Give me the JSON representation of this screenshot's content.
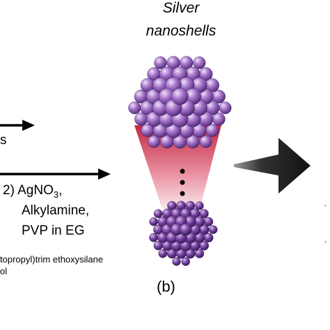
{
  "title": {
    "line1": "Silver",
    "line2": "nanoshells"
  },
  "left_text": {
    "fragment": "s"
  },
  "step2": {
    "line1_prefix": "2) AgNO",
    "line1_subscript": "3",
    "line1_suffix": ",",
    "line2": "Alkylamine,",
    "line3": "PVP in EG"
  },
  "bottom_note": {
    "line1": "topropyl)trim ethoxysilane",
    "line2": "ol"
  },
  "caption": "(b)",
  "right_marks": [
    "'",
    "'"
  ],
  "colors": {
    "sphere_main": "#9a68bf",
    "sphere_highlight": "#e8d6f4",
    "sphere_shadow": "#4a2470",
    "funnel_top": "#c12a44",
    "funnel_bottom": "#fbe7ea",
    "arrow": "#000000",
    "big_arrow": "#1e1e1e"
  }
}
